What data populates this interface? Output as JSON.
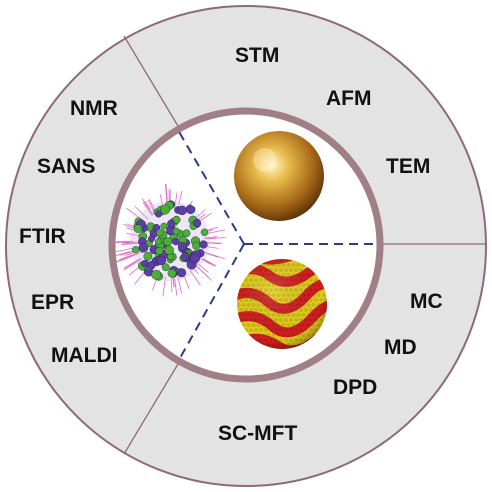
{
  "sections": {
    "microscopy": {
      "labels": [
        "STM",
        "AFM",
        "TEM"
      ]
    },
    "spectroscopy": {
      "labels": [
        "NMR",
        "SANS",
        "FTIR",
        "EPR",
        "MALDI"
      ]
    },
    "simulation": {
      "labels": [
        "MC",
        "MD",
        "DPD",
        "SC-MFT"
      ]
    }
  },
  "colors": {
    "ring_fill": "#e3e3e3",
    "ring_stroke": "#8e6a74",
    "inner_border": "#a07f88",
    "inner_fill": "#ffffff",
    "divider_line": "#2a3a8c",
    "gold_particle": "#c8962a",
    "stripe_red": "#d81f1f",
    "stripe_yellow": "#e8d21a",
    "core_green": "#4caf35",
    "core_purple": "#5b3fa6",
    "ligand_pink": "#e040b0"
  },
  "images": {
    "top_right": "gold-nanoparticle-sphere",
    "bottom_right": "striped-red-yellow-nanoparticle",
    "left": "molecular-nanoparticle-with-ligands"
  }
}
